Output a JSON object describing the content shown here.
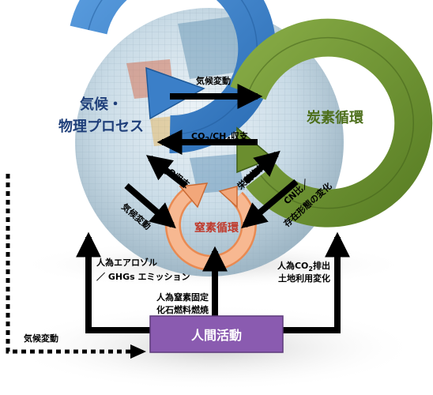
{
  "cycles": {
    "climate": {
      "line1": "気候・",
      "line2": "物理プロセス",
      "color": "#3b7fc8"
    },
    "carbon": {
      "label": "炭素循環",
      "color": "#6b8e2f"
    },
    "nitrogen": {
      "label": "窒素循環",
      "color": "#f2a77a"
    }
  },
  "arrows": {
    "climate_to_carbon": "気候変動",
    "co2_ch4_prefix": "CO",
    "co2_sub": "2",
    "ch4_mid": "/CH",
    "ch4_sub": "4",
    "co2_ch4_suffix": "収支",
    "n2o_prefix": "N",
    "n2o_sub": "2",
    "n2o_suffix": "O収支",
    "climate_change_n": "気候変動",
    "nutrient_limit": "栄養塩律速",
    "cn_ratio_line1": "CN比／",
    "cn_ratio_line2": "存在形態の変化",
    "aerosol_line1": "人為エアロゾル",
    "aerosol_line2": "／ GHGs エミッション",
    "nfix_line1": "人為窒素固定",
    "nfix_line2": "化石燃料燃焼",
    "co2emit_prefix": "人為CO",
    "co2emit_sub": "2",
    "co2emit_suffix": "排出",
    "landuse": "土地利用変化",
    "dotted_climate": "気候変動"
  },
  "human": {
    "label": "人間活動",
    "color": "#8a5bb0"
  }
}
